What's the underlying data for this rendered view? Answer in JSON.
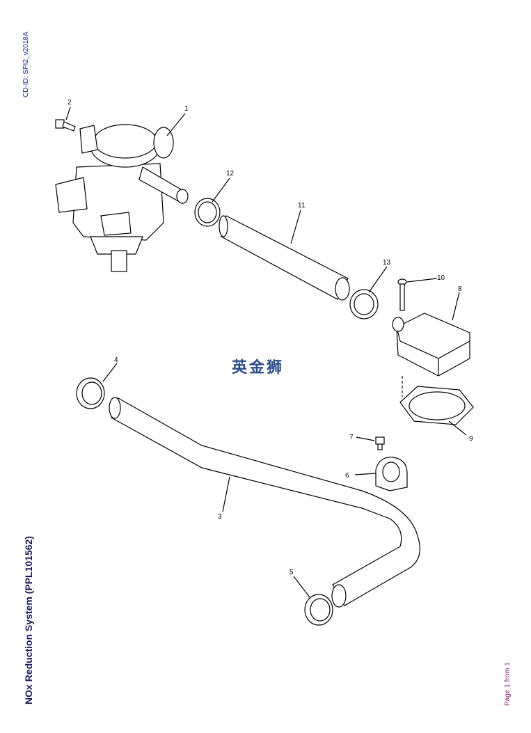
{
  "doc_id": "CD-ID: SPI2_v2018A",
  "title": "NOx Reduction System (PPL101562)",
  "page": "Page 1 from 1",
  "watermark": "英金狮",
  "callouts": [
    "1",
    "2",
    "3",
    "4",
    "5",
    "6",
    "7",
    "8",
    "9",
    "10",
    "11",
    "12",
    "13"
  ]
}
